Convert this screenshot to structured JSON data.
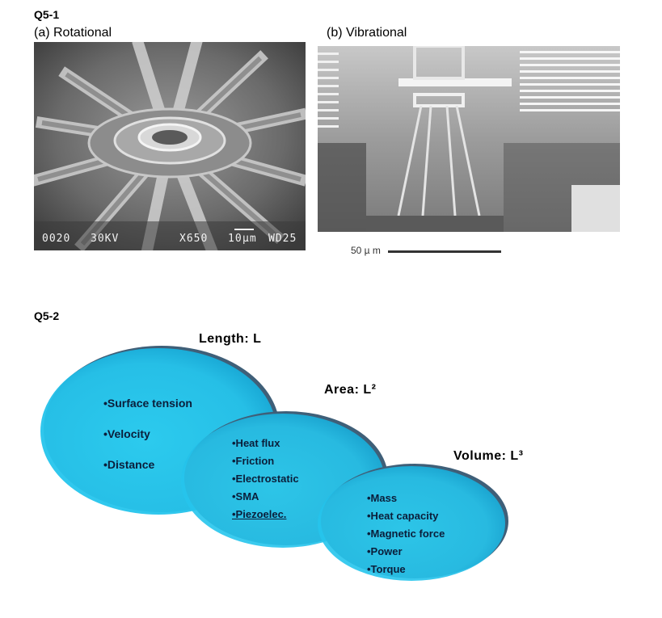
{
  "q5_1": {
    "label": "Q5-1",
    "rotational": {
      "caption": "(a) Rotational",
      "overlay": {
        "a": "0020",
        "b": "30KV",
        "c": "X650",
        "d": "10",
        "unit": "µm",
        "e": "WD25"
      }
    },
    "vibrational": {
      "caption": "(b) Vibrational",
      "scale_label": "50 µ m"
    }
  },
  "q5_2": {
    "label": "Q5-2",
    "length": {
      "label": "Length: L",
      "items": [
        "•Surface tension",
        "•Velocity",
        "•Distance"
      ]
    },
    "area": {
      "label": "Area:  L²",
      "items": [
        "•Heat flux",
        "•Friction",
        "•Electrostatic",
        "•SMA",
        "•Piezoelec."
      ]
    },
    "volume": {
      "label": "Volume: L³",
      "items": [
        "•Mass",
        "•Heat capacity",
        "•Magnetic force",
        "•Power",
        "•Torque"
      ]
    },
    "colors": {
      "ellipse_fill": "#25c4ec",
      "ellipse_dark": "#0f9fd0",
      "ellipse_rim": "#3f5f78"
    }
  }
}
